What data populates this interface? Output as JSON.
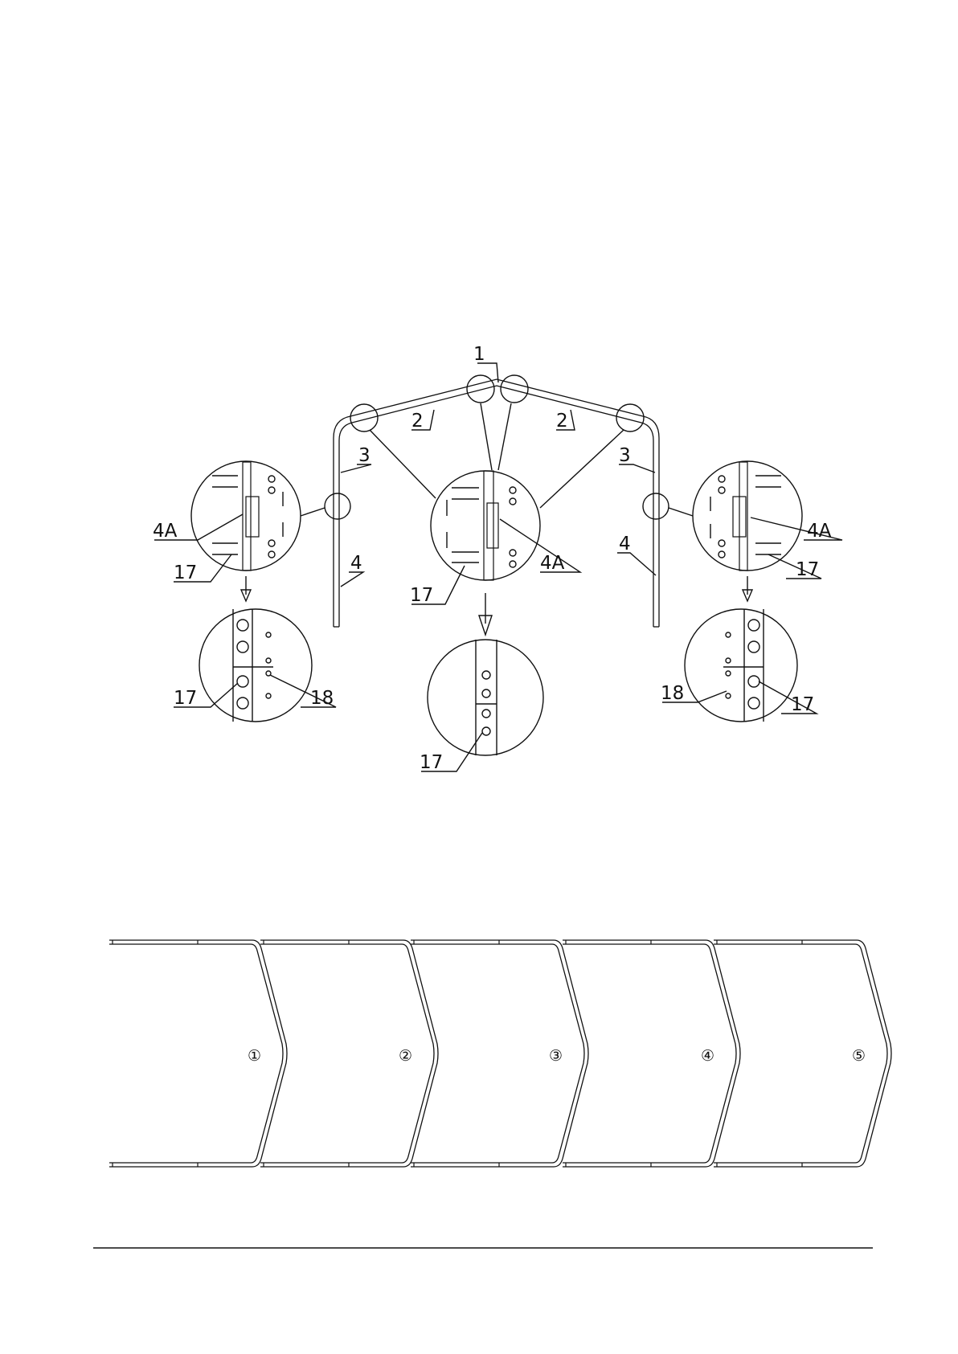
{
  "labels": {
    "part_1": "1",
    "part_2_left": "2",
    "part_2_right": "2",
    "part_3_left": "3",
    "part_3_right": "3",
    "part_4_left": "4",
    "part_4_right": "4",
    "part_4a_left": "4A",
    "part_4a_center": "4A",
    "part_4a_right": "4A",
    "part_17_left_top": "17",
    "part_17_center_top": "17",
    "part_17_right_top": "17",
    "part_17_left_bottom": "17",
    "part_17_center_bottom": "17",
    "part_17_right_bottom": "17",
    "part_18_left": "18",
    "part_18_right": "18"
  },
  "frames": {
    "numbers": [
      "①",
      "②",
      "③",
      "④",
      "⑤"
    ]
  },
  "colors": {
    "line": "#111111",
    "background": "#ffffff"
  }
}
